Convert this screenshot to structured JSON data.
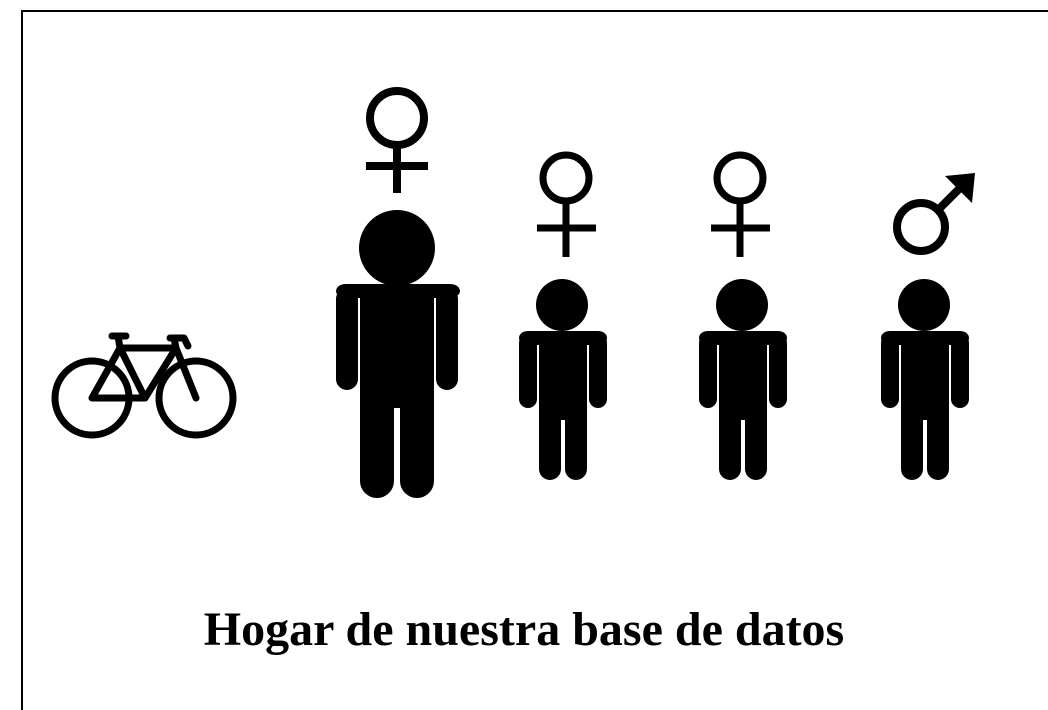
{
  "caption": "Hogar de nuestra base de datos",
  "household": {
    "vehicle": {
      "icon": "bicycle-icon"
    },
    "members": [
      {
        "role": "adult",
        "sex": "female",
        "symbol": "♀",
        "icon": "female-symbol-icon"
      },
      {
        "role": "child",
        "sex": "female",
        "symbol": "♀",
        "icon": "female-symbol-icon"
      },
      {
        "role": "child",
        "sex": "female",
        "symbol": "♀",
        "icon": "female-symbol-icon"
      },
      {
        "role": "child",
        "sex": "male",
        "symbol": "♂",
        "icon": "male-symbol-icon"
      }
    ]
  },
  "colors": {
    "ink": "#000000",
    "background": "#ffffff"
  }
}
